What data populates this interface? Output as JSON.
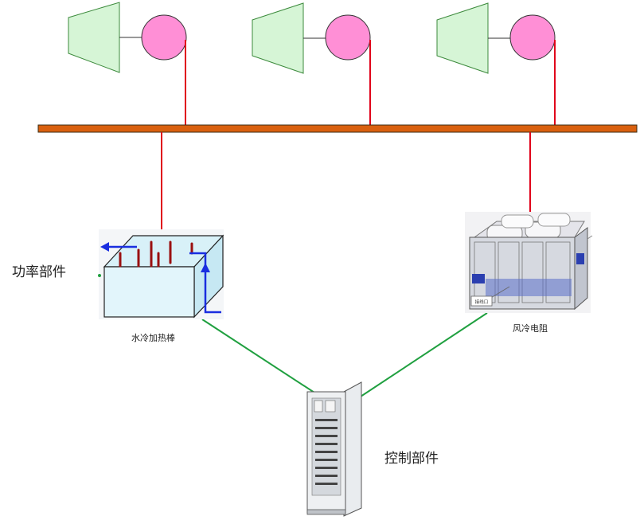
{
  "labels": {
    "power_component": "功率部件",
    "water_heater": "水冷加热棒",
    "air_resistor": "风冷电阻",
    "control_component": "控制部件"
  },
  "equipment": {
    "resistor_tag": "接线口"
  },
  "colors": {
    "turbine_fill": "#d6f5d6",
    "turbine_stroke": "#4a9a4a",
    "generator_fill": "#ff8fd6",
    "busbar_fill": "#d9600f",
    "power_line": "#e0001a",
    "control_line": "#20a040"
  }
}
